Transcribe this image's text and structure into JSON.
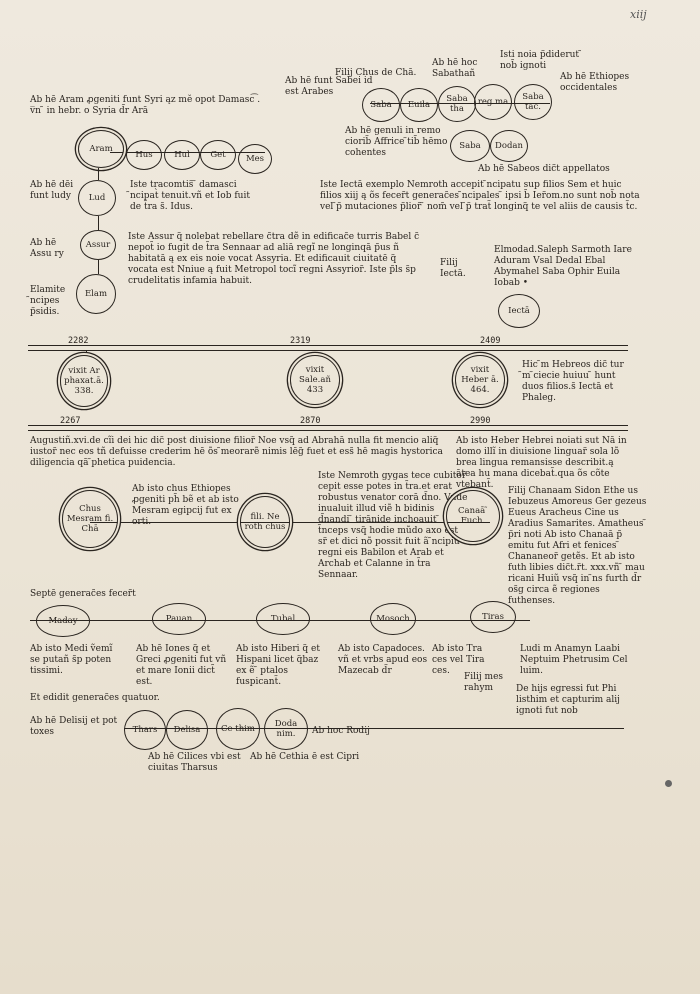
{
  "folio": "xiij",
  "sections": {
    "top_left": {
      "aram_header": "Ab hē Aram ꝓgeniti funt Syri ąz mĕ opot Damasc͡ . v̅n ̃ in hebr. o Syria d̃r Arā",
      "circles": [
        "Aram",
        "Hus",
        "Hul",
        "Get",
        "Mes"
      ],
      "lud_label": "Ab hē dēi funt ludy",
      "lud_circle": "Lud",
      "lud_note": "Iste tracomtis̃ ̃ damasci ̃ncipat̀ tenuit.vñ et Iob fuit de t̃ra s̃. Idus.",
      "assur_label": "Ab hē Assu ry",
      "assur_circle": "Assur",
      "assur_note": "Iste Assur q̃ nolebat rebellare c̃tra dẽ in edificac̃e turris Babel c̃ nepot̃ io fugit de t̃ra Sennaar ad aliā regĩ ne longinqā p̃us ñ habitatā ą ex eis noie vocat Assyria. Et edificauit ciuitatē q̃ vocata est Nniue ą fuit Metropol tocĩ regni Assyrior̃. Iste p̃ls s̃p crudelitatis infamia habuit.",
      "elam_label": "Elamite ̃ncipes p̃sidis.",
      "elam_circle": "Elam"
    },
    "top_right": {
      "heading_1": "Filij Chus de Chā.",
      "sabai_label": "Ab hē funt Sabei id est Arabes",
      "heading_2": "Ab hē hoc Sabathañ",
      "heading_3": "Isti noia p̃diderut ̃ nob̃ ignoti",
      "ethiopes_label": "Ab hē Ethiopes occidentales",
      "circles_row": [
        "Saba",
        "Euila",
        "Saba tha",
        "reg ma",
        "Saba tac."
      ],
      "genuli_note": "Ab hē genuli in remo ciorib̃ Affrice ̃tib̃ hēmo cohentes",
      "saba_circle": "Saba",
      "dodan_circle": "Dodan",
      "sabeos_label": "Ab hē Sabeos dic̃t appellatos",
      "iectan_note": "Iste Iectā exemplo Nemroth accepit ̃ncipatu sup filios Sem et huic filios xiij ą õs fecer̃t generac̃es ̃ncipales ̃ ipsi b̃ Ier̃om.no sunt nob̃ nota vel ̃p̃ mutaciones p̃lior̃ ̃ nom̃ vel ̃p̃ trat̃ longinq̃ te vel aliis de causis t̃c.",
      "filij_iectan": "Filij Iectā.",
      "sons_list": "Elmodad.Saleph Sarmoth Iare Aduram Vsal Dedal Ebal Abymahel Saba Ophir Euila Iobab •",
      "iectan_circle": "Iectā"
    },
    "middle_band": {
      "line_numbers_top": [
        "2282",
        "2319",
        "2409"
      ],
      "circles": [
        "vixit Ar phaxat.ā. 338.",
        "vixit Sale.añ 433",
        "vixit Heber ā. 464."
      ],
      "heber_note": "Hic ̃m Hebreos dic̃ tur ̃m ̃ciecie huiuu ̃ hunt duos filios.s̃ Iectā et Phaleg.",
      "line_numbers_bottom": [
        "2267",
        "2870",
        "2990"
      ]
    },
    "lower_block": {
      "augustine_note": "Augustiñ.xvi.de cĩi dei hic dic̃ post diuisione filior̃ Noe vsq̃ ad Abrahā nulla fit mencio aliq̃ iustor̃ nec eos tñ defuisse crederim hē õs ̃meorarẽ nimis lēg̃ fuet et ess̃ hē magis hystorica diligencia qā ̃phetica puidencia.",
      "nemroth_note": "Iste Nemroth gygas tece cubitor̃ cepit esse potes in t̃ra.et erat robustus venator corā d̃no. Vnde inualuit illud viẽ h bidinis d̃nandi ̃ tirānide inchoauit ̃ t̃nceps vsq̃ hodie mũdo axo est sr̃ et dici nõ possit fuit ã ̃ncipiu regni eis Babilon et Arab et Archab et Calanne in t̃ra Sennaar.",
      "chus_note": "Ab isto chus Ethiopes ꝓgeniti ph̃ bẽ et ab isto Mesram egipcij fut ex orti.",
      "left_circle": "Chus Mesram fi. Chā",
      "mid_circle": "fili. Ne roth chus",
      "right_circle": "Canaā ̃ Fuch.",
      "heber_right_note": "Ab isto Heber Hebrei noiati sut Nā in domo illĩ in diuisione linguar̃ sola lõ brea lingua remansisse describit.ą ātea hu mana dicebat̃.qua õs cõte vtebant̃.",
      "chanaan_note": "Filij Chanaam Sidon Ethe us Iebuzeus Amoreus Ger gezeus Eueus Aracheus Cine us Aradius Samarites. Amatheus ̃ p̃ri noti Ab isto Chanaā p̃ emitu fut Afri et fenices ̃ Chananeor̃ getẽs. Et ab isto futh libies dic̃t.r̃t. xxx.vñ ̃ mau ricani Huiũ vsq̃ in ̃ns furth d̃r os̃g circa ẽ regiones futhenses."
    },
    "bottom_block": {
      "septem_heading": "Septē generac̃es fecer̃t",
      "circles_row": [
        "Maday",
        "Pauan",
        "Tubal",
        "Mosoch",
        "Tiras"
      ],
      "labels": [
        "Ab isto Medi ṽemĩ se putañ s̃p poten tissimi.",
        "Ab hē Iones q̃ et Greci ꝓgeniti fut vñ et mare Ionii dict̃ est.",
        "Ab isto Hiberi q̃ et Hispani licet q̃baz ex ẽ ̃ ptalos fuspicant̃.",
        "Ab isto Capadoces. vñ et vrbs apud eos Mazecab d̃r",
        "Ab isto Tra ces vel Tira ces.",
        "Ludi m Anamyn Laabi Neptuim Phetrusim Cel luim.",
        "Filij mes rahym",
        "De hijs egressi fut Phi listhim et capturim alij ignoti fut nob"
      ],
      "quatuor_label": "Et edidit generac̃es quatuor.",
      "delisi_label": "Ab hē Delisij et pot toxes",
      "circles_row_2": [
        "Thars",
        "Delisa",
        "Ce thim",
        "Doda nim."
      ],
      "rodij_label": "Ab hoc Rodij",
      "cilices_label": "Ab hē Cilices vbi est ciuitas Tharsus",
      "cethia_label": "Ab hē Cethia ē est Cipri"
    }
  },
  "colors": {
    "ink": "#2a2520",
    "paper": "#ebe4d6"
  }
}
